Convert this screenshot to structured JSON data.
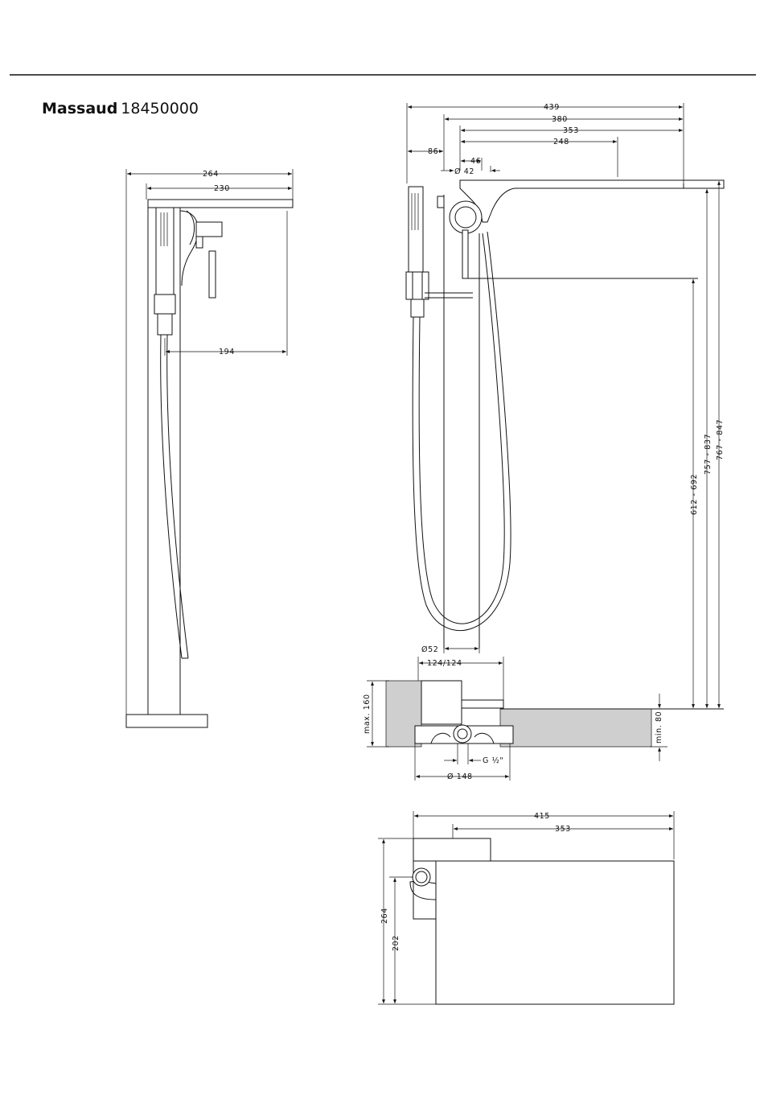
{
  "header": {
    "brand": "Massaud",
    "product_code": "18450000"
  },
  "side_view": {
    "dims": {
      "width_total": "264",
      "width_spout": "230",
      "hose_offset": "194"
    }
  },
  "front_view": {
    "dims": {
      "total_width": "439",
      "width_380": "380",
      "width_353": "353",
      "offset_86": "86",
      "spout_248": "248",
      "handle_46": "46",
      "handle_diameter": "Ø 42",
      "height_612_692": "612 - 692",
      "height_757_837": "757 - 837",
      "height_767_847": "767 - 847",
      "column_diameter": "Ø52",
      "base_124": "124/124",
      "max_160": "max. 160",
      "min_80": "min. 80",
      "thread": "G ½\"",
      "base_diameter": "Ø 148"
    }
  },
  "top_view": {
    "dims": {
      "width_415": "415",
      "width_353": "353",
      "depth_264": "264",
      "depth_202": "202"
    }
  }
}
